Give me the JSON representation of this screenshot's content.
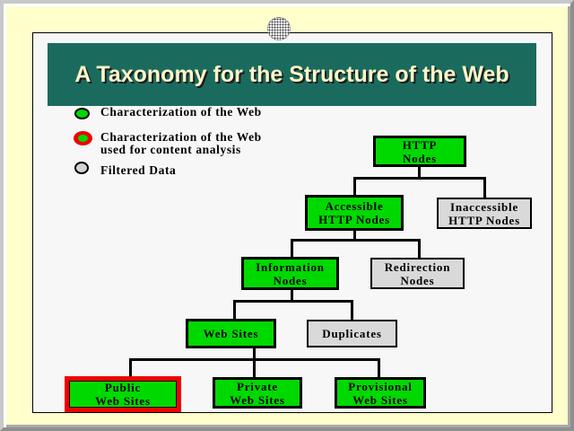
{
  "colors": {
    "frame_bg": "#ffffcc",
    "slide_bg": "#f7f7f7",
    "header_bg": "#1a6b5e",
    "title_color": "#fbf6c9",
    "node_green": "#00d900",
    "node_gray": "#d9d9d9",
    "ellipse_gray": "#d4d4d4",
    "highlight_red": "#ee0000",
    "line_black": "#000000"
  },
  "header": {
    "title": "A Taxonomy for the Structure of the Web"
  },
  "legend": {
    "items": [
      {
        "swatch": "green-ellipse",
        "label": "Characterization of the Web"
      },
      {
        "swatch": "green-ellipse-red-ring",
        "label": "Characterization of the Web\nused for content analysis"
      },
      {
        "swatch": "gray-ellipse",
        "label": "Filtered Data"
      }
    ]
  },
  "tree": {
    "nodes": [
      {
        "id": "http-nodes",
        "label": "HTTP\nNodes",
        "variant": "green"
      },
      {
        "id": "accessible-http-nodes",
        "label": "Accessible\nHTTP Nodes",
        "variant": "green"
      },
      {
        "id": "inaccessible-http-nodes",
        "label": "Inaccessible\nHTTP Nodes",
        "variant": "gray"
      },
      {
        "id": "information-nodes",
        "label": "Information\nNodes",
        "variant": "green"
      },
      {
        "id": "redirection-nodes",
        "label": "Redirection\nNodes",
        "variant": "gray"
      },
      {
        "id": "web-sites",
        "label": "Web Sites",
        "variant": "green"
      },
      {
        "id": "duplicates",
        "label": "Duplicates",
        "variant": "gray"
      },
      {
        "id": "public-web-sites",
        "label": "Public\nWeb Sites",
        "variant": "green-highlighted"
      },
      {
        "id": "private-web-sites",
        "label": "Private\nWeb Sites",
        "variant": "green"
      },
      {
        "id": "provisional-web-sites",
        "label": "Provisional\nWeb Sites",
        "variant": "green"
      }
    ]
  }
}
